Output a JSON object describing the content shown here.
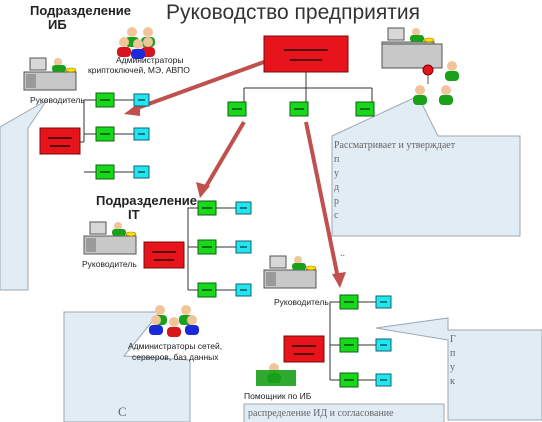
{
  "title": "Руководство предприятия",
  "units": {
    "ib": {
      "line1": "Подразделение",
      "line2": "ИБ"
    },
    "it": {
      "line1": "Подразделение",
      "line2": "IT"
    }
  },
  "labels": {
    "ib_admins_1": "Администраторы",
    "ib_admins_2": "криптоключей, МЭ, АВПО",
    "ib_head": "Руководитель",
    "it_head": "Руководитель",
    "it_admins_1": "Администраторы сетей,",
    "it_admins_2": "серверов, баз данных",
    "dept_head": "Руководитель",
    "ib_assistant": "Помощник по ИБ"
  },
  "callouts": {
    "center_1": "Рассматривает и утверждает",
    "center_2": "п",
    "center_3": "у",
    "center_4": "д",
    "center_5": "р",
    "center_6": "с",
    "dots": "..",
    "bottom": "распределение ИД и согласование",
    "bottom_left": "С",
    "right_1": "Г",
    "right_2": "п",
    "right_3": "у",
    "right_4": "к"
  },
  "colors": {
    "management": "#e8141c",
    "department": "#18d81c",
    "staff": "#20e6f0",
    "arrow": "#c0504d",
    "callout_fill": "#e2ecf4",
    "person_green": "#1aa01a",
    "person_red": "#d8141c",
    "person_blue": "#1a2ad8"
  }
}
